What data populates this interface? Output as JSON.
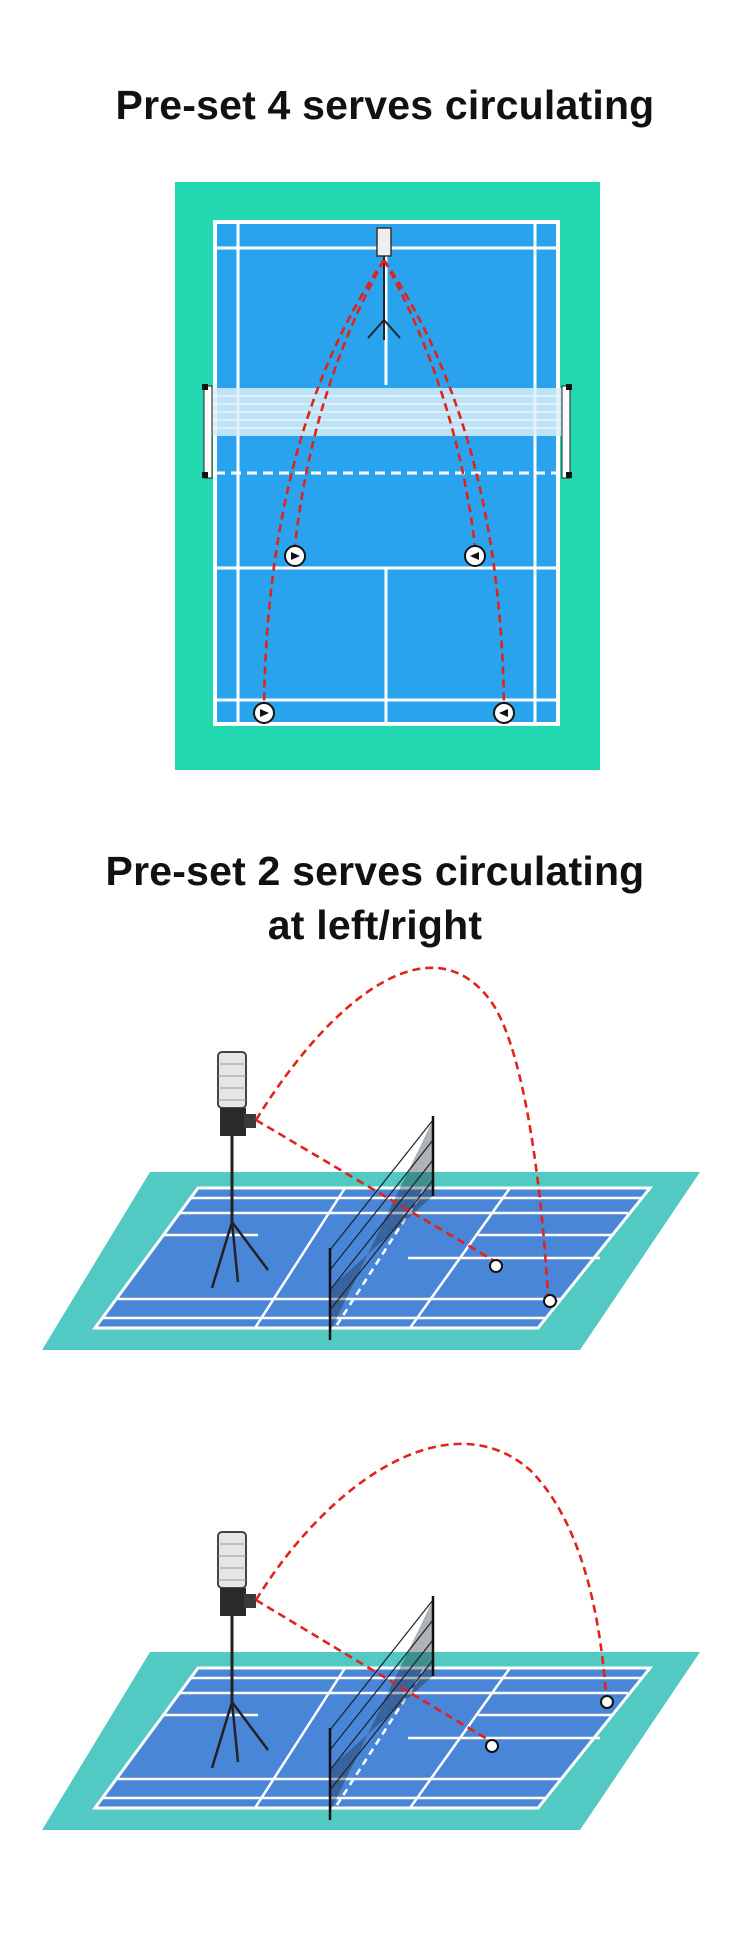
{
  "section1": {
    "title": "Pre-set 4 serves circulating",
    "court_color": "#2aa3ee",
    "surround_color": "#22d8b0",
    "trajectory_color": "#e2231a",
    "landing_points": [
      "front-left",
      "front-right",
      "back-left",
      "back-right"
    ]
  },
  "section2": {
    "title_line1": "Pre-set 2 serves circulating",
    "title_line2": "at left/right",
    "court_color": "#4a86d8",
    "surround_color": "#52c9c2",
    "trajectory_color": "#e2231a",
    "views": [
      {
        "landing_points": [
          "mid-court",
          "back-left"
        ]
      },
      {
        "landing_points": [
          "mid-court",
          "back-right"
        ]
      }
    ]
  }
}
